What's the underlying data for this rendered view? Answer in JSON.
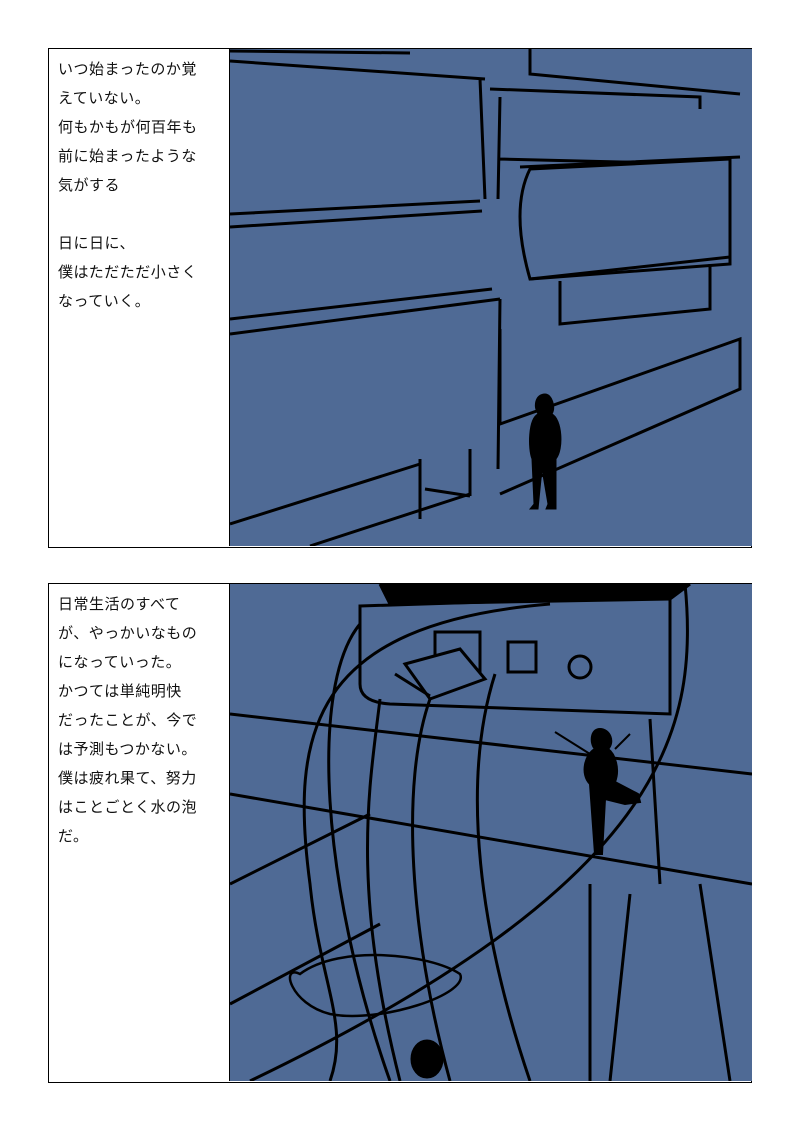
{
  "panels": [
    {
      "caption": [
        "いつ始まったのか覚",
        "えていない。",
        "何もかもが何百年も",
        "前に始まったような",
        "気がする",
        "",
        "日に日に、",
        "僕はただただ小さく",
        "なっていく。"
      ]
    },
    {
      "caption": [
        "日常生活のすべて",
        "が、やっかいなもの",
        "になっていった。",
        "かつては単純明快",
        "だったことが、今で",
        "は予測もつかない。",
        "僕は疲れ果て、努力",
        "はことごとく水の泡",
        "だ。"
      ]
    }
  ],
  "colors": {
    "panel_blue": "#4f6a95",
    "ink": "#000000"
  }
}
